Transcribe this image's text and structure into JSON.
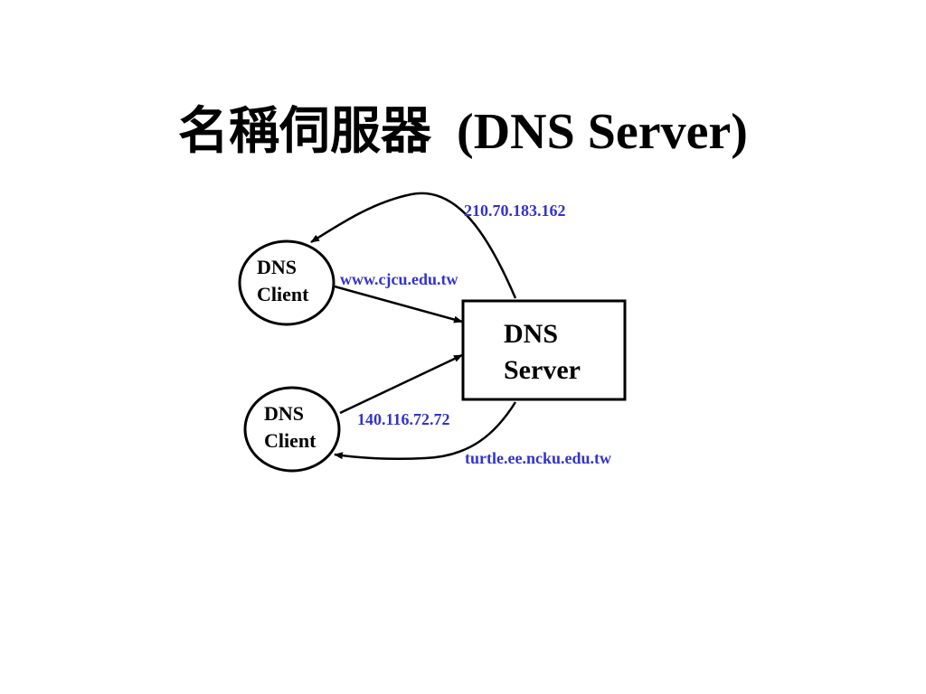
{
  "title": {
    "chinese": "名稱伺服器",
    "english": "(DNS Server)"
  },
  "nodes": {
    "server": {
      "line1": "DNS",
      "line2": "Server"
    },
    "client_top": {
      "line1": "DNS",
      "line2": "Client"
    },
    "client_bottom": {
      "line1": "DNS",
      "line2": "Client"
    }
  },
  "labels": {
    "ip_response_top": "210.70.183.162",
    "query_top": "www.cjcu.edu.tw",
    "ip_query_bottom": "140.116.72.72",
    "response_bottom": "turtle.ee.ncku.edu.tw"
  },
  "colors": {
    "label_blue": "#3333cc",
    "stroke": "#000000"
  }
}
